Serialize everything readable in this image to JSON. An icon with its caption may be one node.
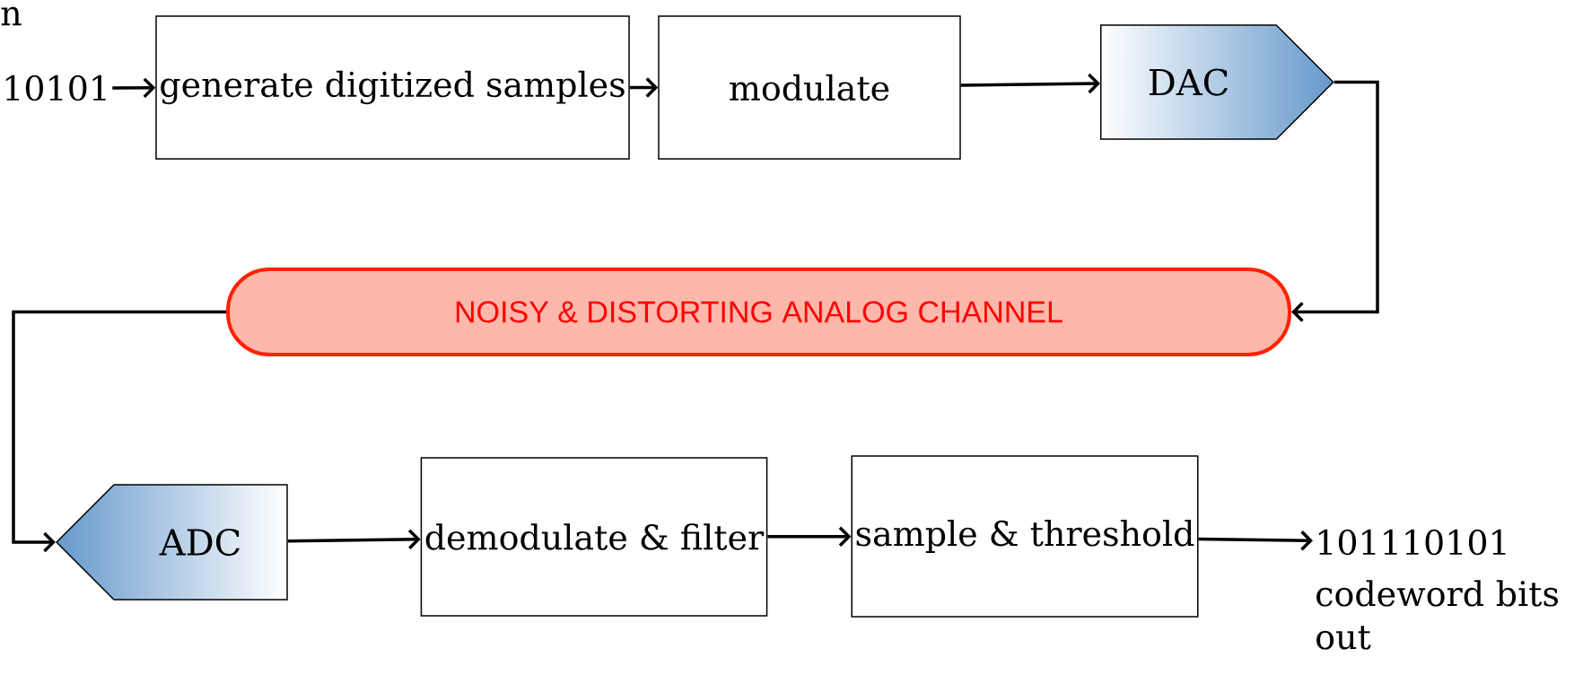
{
  "diagram": {
    "nodes": [
      {
        "text": [
          "10101"
        ]
      },
      {
        "text": [
          "generate digitized samples"
        ]
      },
      {
        "text": [
          "modulate"
        ]
      },
      {
        "text": [
          "DAC"
        ]
      },
      {
        "text": [
          "NOISY & DISTORTING ANALOG CHANNEL"
        ]
      },
      {
        "text": [
          "ADC"
        ]
      },
      {
        "text": [
          "demodulate & filter"
        ]
      },
      {
        "text": [
          "sample & threshold"
        ]
      },
      {
        "text": [
          "101110101"
        ],
        "beside": [
          "codeword bits out"
        ]
      }
    ],
    "edges": [
      {
        "from": 0,
        "to": 1,
        "arrow": "to"
      },
      {
        "from": 1,
        "to": 2,
        "arrow": "to"
      },
      {
        "from": 2,
        "to": 3,
        "arrow": "to"
      },
      {
        "from": 3,
        "to": 4,
        "arrow": "to"
      },
      {
        "from": 4,
        "to": 5,
        "arrow": "to"
      },
      {
        "from": 5,
        "to": 6,
        "arrow": "to"
      },
      {
        "from": 6,
        "to": 7,
        "arrow": "to"
      },
      {
        "from": 7,
        "to": 8,
        "arrow": "to"
      }
    ],
    "labels": [
      "n"
    ]
  }
}
